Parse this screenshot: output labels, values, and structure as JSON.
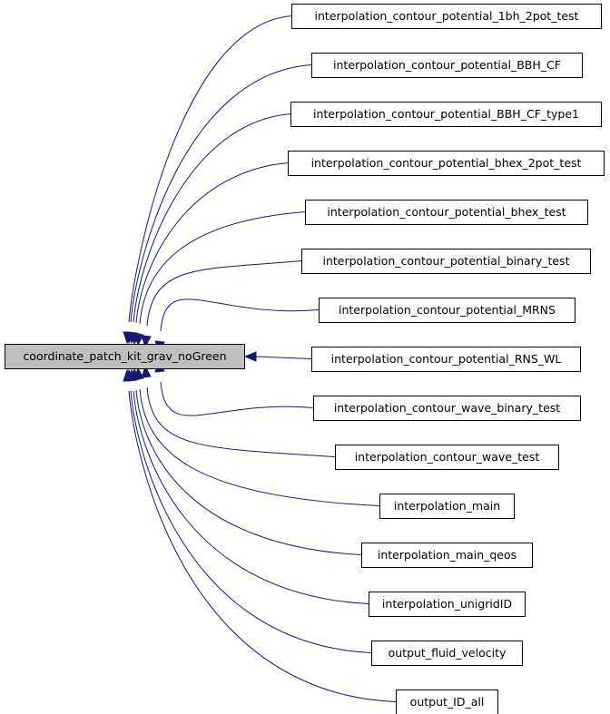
{
  "root": {
    "label": "coordinate_patch_kit_grav_noGreen"
  },
  "callers": [
    {
      "label": "interpolation_contour_potential_1bh_2pot_test"
    },
    {
      "label": "interpolation_contour_potential_BBH_CF"
    },
    {
      "label": "interpolation_contour_potential_BBH_CF_type1"
    },
    {
      "label": "interpolation_contour_potential_bhex_2pot_test"
    },
    {
      "label": "interpolation_contour_potential_bhex_test"
    },
    {
      "label": "interpolation_contour_potential_binary_test"
    },
    {
      "label": "interpolation_contour_potential_MRNS"
    },
    {
      "label": "interpolation_contour_potential_RNS_WL"
    },
    {
      "label": "interpolation_contour_wave_binary_test"
    },
    {
      "label": "interpolation_contour_wave_test"
    },
    {
      "label": "interpolation_main"
    },
    {
      "label": "interpolation_main_qeos"
    },
    {
      "label": "interpolation_unigridID"
    },
    {
      "label": "output_fluid_velocity"
    },
    {
      "label": "output_ID_all"
    }
  ],
  "colors": {
    "edge": "#191970",
    "root_fill": "#bfbfbf",
    "node_fill": "#ffffff"
  }
}
